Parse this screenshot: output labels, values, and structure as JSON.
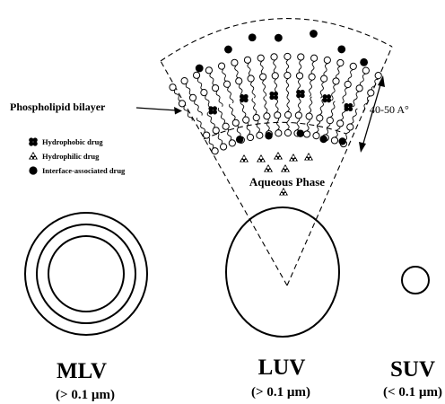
{
  "diagram": {
    "bilayer_label": "Phospholipid bilayer",
    "thickness_label": "40-50 A°",
    "aqueous_label": "Aqueous Phase",
    "legend": [
      {
        "label": "Hydrophobic drug",
        "icon": "hydrophobic-drug-icon"
      },
      {
        "label": "Hydrophilic drug",
        "icon": "hydrophilic-drug-icon"
      },
      {
        "label": "Interface-associated drug",
        "icon": "interface-drug-icon"
      }
    ],
    "vesicles": [
      {
        "name": "MLV",
        "size": "(> 0.1 µm)"
      },
      {
        "name": "LUV",
        "size": "(> 0.1 µm)"
      },
      {
        "name": "SUV",
        "size": "(< 0.1 µm)"
      }
    ],
    "colors": {
      "ink": "#000000",
      "paper": "#ffffff"
    }
  }
}
